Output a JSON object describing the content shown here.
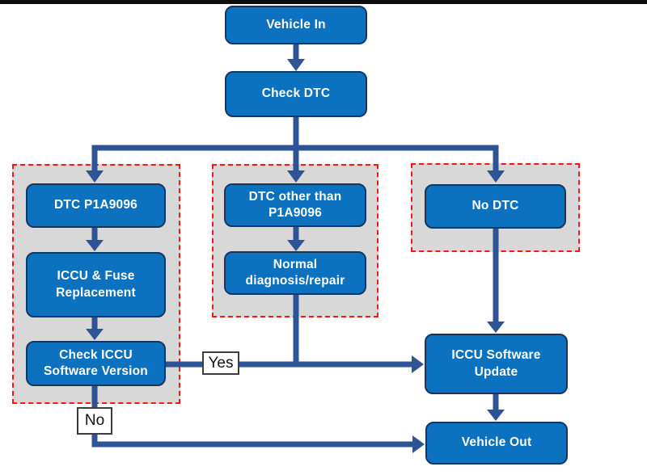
{
  "colors": {
    "node_fill": "#0C72BF",
    "node_border": "#17365D",
    "node_text": "#FFFFFF",
    "connector": "#2F5496",
    "panel_fill": "#D8D8D8",
    "panel_border_red": "#FF1414",
    "edge_label_bg": "#FFFFFF",
    "edge_label_border": "#3D3D3D",
    "top_bar": "#0E0E0E"
  },
  "nodes": {
    "vehicle_in": {
      "label": "Vehicle In"
    },
    "check_dtc": {
      "label": "Check DTC"
    },
    "dtc_p1a9096": {
      "label": "DTC P1A9096"
    },
    "iccu_fuse_replacement": {
      "label": "ICCU & Fuse\nReplacement"
    },
    "check_iccu_software_version": {
      "label": "Check ICCU\nSoftware Version"
    },
    "dtc_other_than_p1a9096": {
      "label": "DTC other than\nP1A9096"
    },
    "normal_diagnosis_repair": {
      "label": "Normal\ndiagnosis/repair"
    },
    "no_dtc": {
      "label": "No DTC"
    },
    "iccu_software_update": {
      "label": "ICCU Software\nUpdate"
    },
    "vehicle_out": {
      "label": "Vehicle Out"
    }
  },
  "edge_labels": {
    "yes": "Yes",
    "no": "No"
  },
  "edges": [
    {
      "from": "vehicle_in",
      "to": "check_dtc"
    },
    {
      "from": "check_dtc",
      "to": "dtc_p1a9096"
    },
    {
      "from": "check_dtc",
      "to": "dtc_other_than_p1a9096"
    },
    {
      "from": "check_dtc",
      "to": "no_dtc"
    },
    {
      "from": "dtc_p1a9096",
      "to": "iccu_fuse_replacement"
    },
    {
      "from": "iccu_fuse_replacement",
      "to": "check_iccu_software_version"
    },
    {
      "from": "dtc_other_than_p1a9096",
      "to": "normal_diagnosis_repair"
    },
    {
      "from": "normal_diagnosis_repair",
      "to": "iccu_software_update"
    },
    {
      "from": "no_dtc",
      "to": "iccu_software_update"
    },
    {
      "from": "check_iccu_software_version",
      "to": "iccu_software_update",
      "label": "Yes"
    },
    {
      "from": "check_iccu_software_version",
      "to": "vehicle_out",
      "label": "No"
    },
    {
      "from": "iccu_software_update",
      "to": "vehicle_out"
    }
  ]
}
